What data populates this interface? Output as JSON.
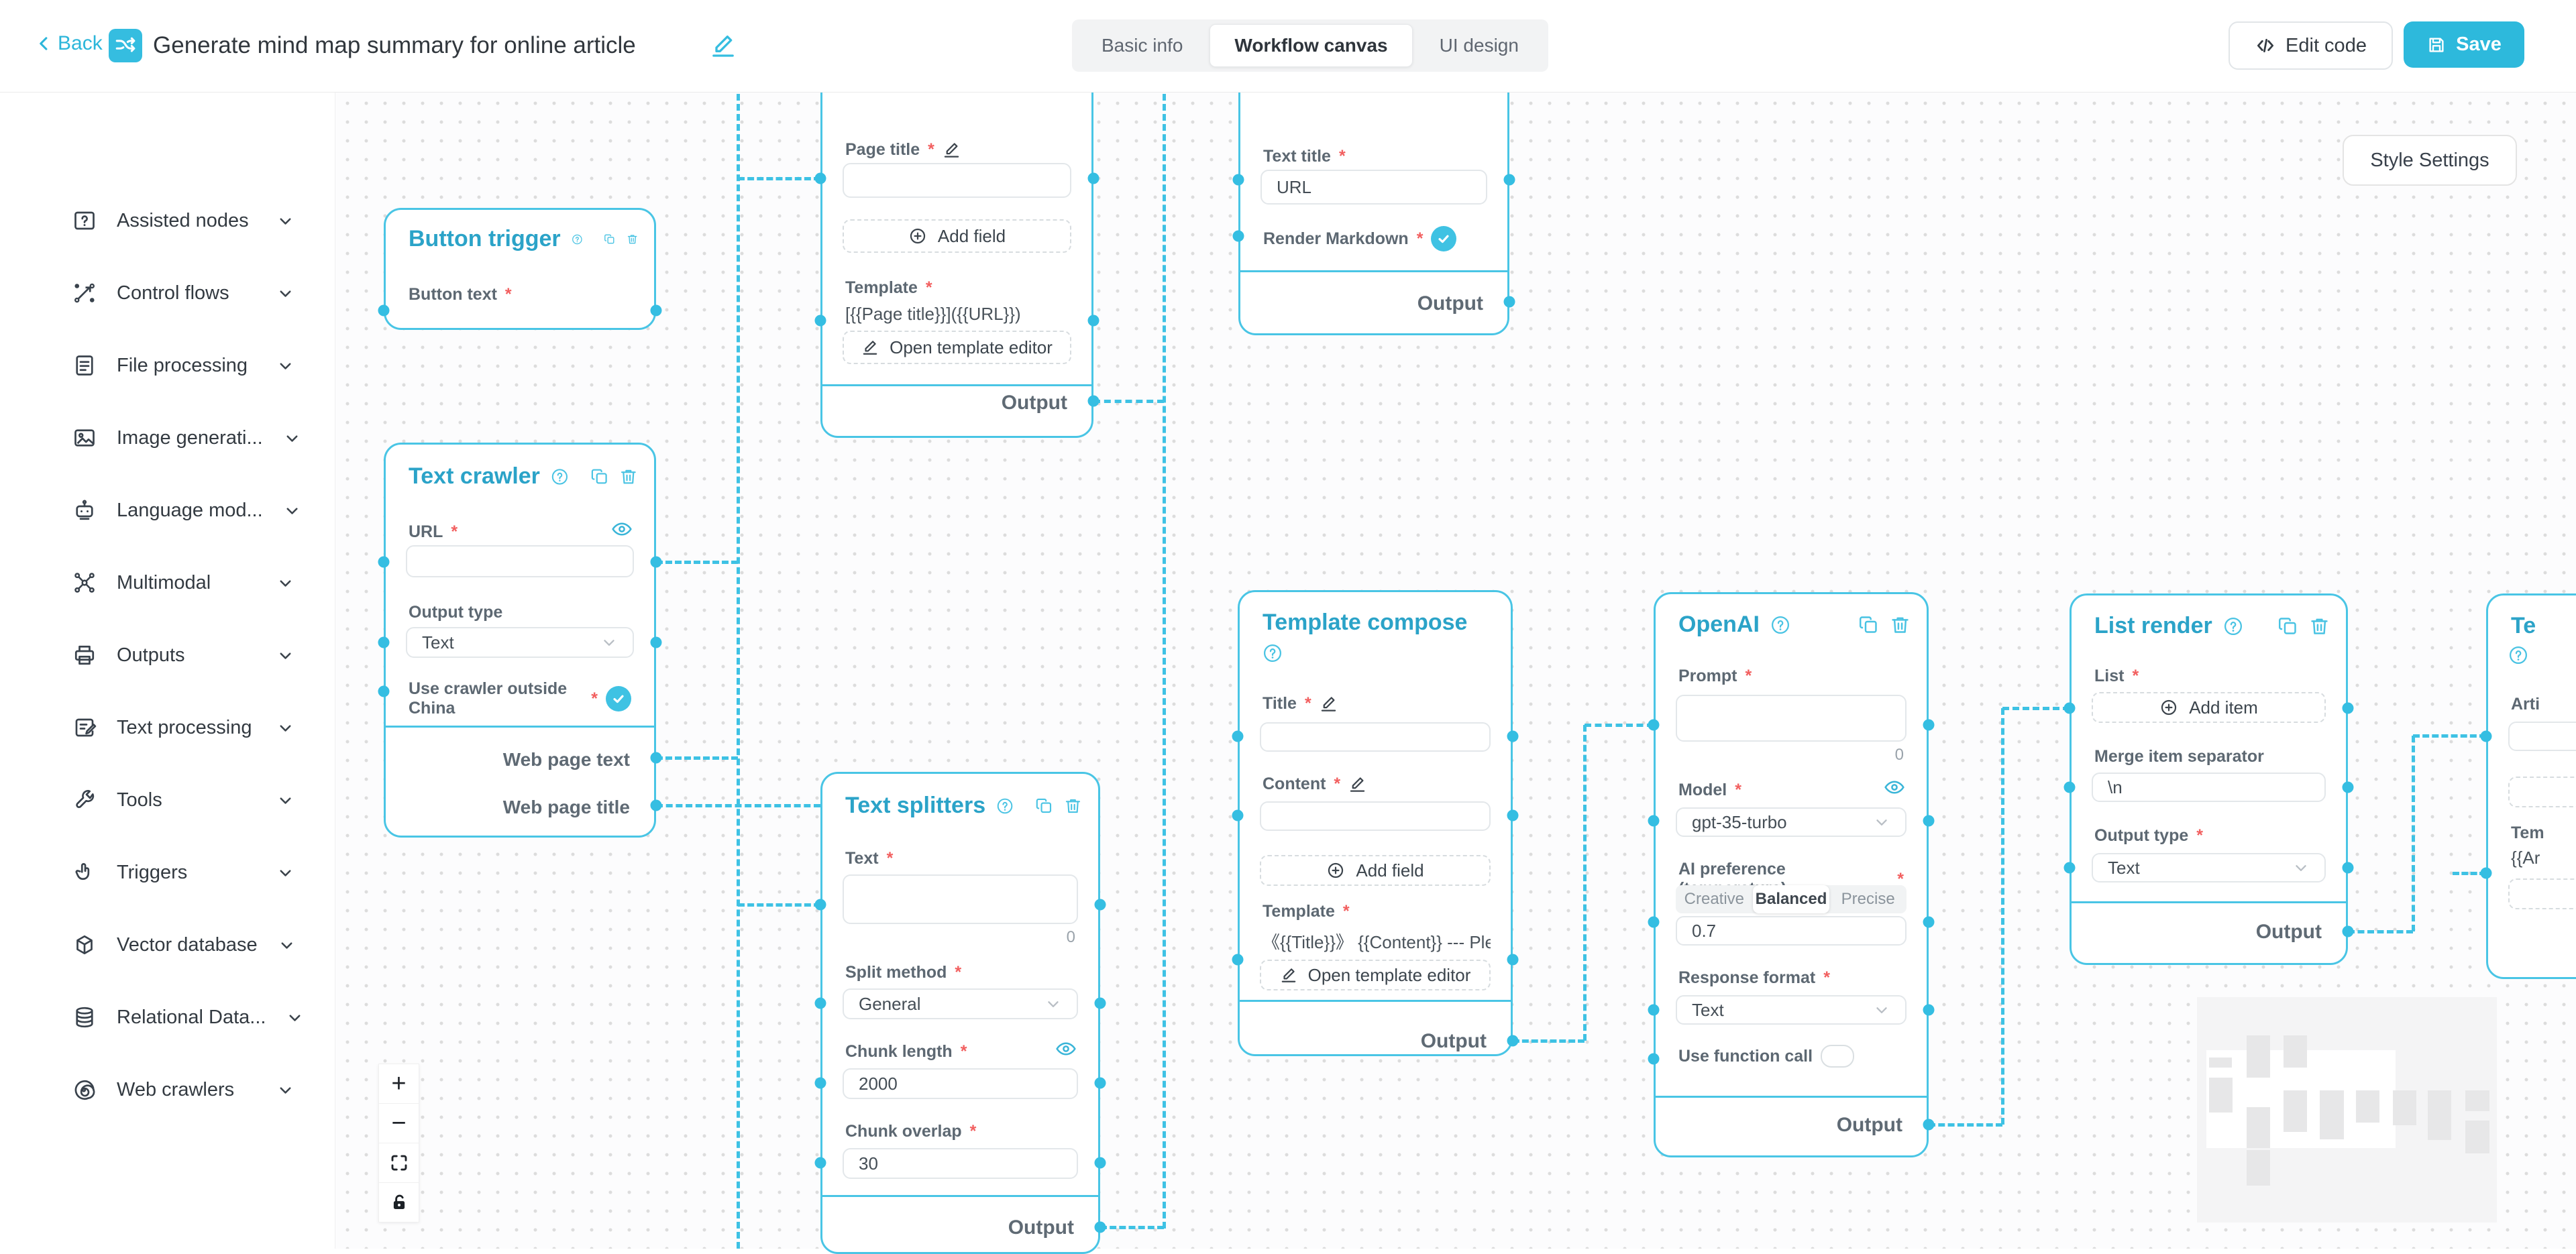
{
  "theme": {
    "accent": "#2db9dc",
    "node_border": "#49c5e5",
    "edge_color": "#3ec2e4",
    "node_title_color": "#2ba3c8"
  },
  "header": {
    "back_label": "Back",
    "title": "Generate mind map summary for online article",
    "tabs": [
      {
        "label": "Basic info",
        "active": false
      },
      {
        "label": "Workflow canvas",
        "active": true
      },
      {
        "label": "UI design",
        "active": false
      }
    ],
    "edit_code_label": "Edit code",
    "save_label": "Save"
  },
  "sidebar": {
    "items": [
      {
        "label": "Assisted nodes",
        "icon": "assisted-nodes-icon"
      },
      {
        "label": "Control flows",
        "icon": "control-flows-icon"
      },
      {
        "label": "File processing",
        "icon": "file-processing-icon"
      },
      {
        "label": "Image generati...",
        "icon": "image-generation-icon"
      },
      {
        "label": "Language mod...",
        "icon": "language-models-icon"
      },
      {
        "label": "Multimodal",
        "icon": "multimodal-icon"
      },
      {
        "label": "Outputs",
        "icon": "outputs-icon"
      },
      {
        "label": "Text processing",
        "icon": "text-processing-icon"
      },
      {
        "label": "Tools",
        "icon": "tools-icon"
      },
      {
        "label": "Triggers",
        "icon": "triggers-icon"
      },
      {
        "label": "Vector database",
        "icon": "vector-database-icon"
      },
      {
        "label": "Relational Data...",
        "icon": "relational-database-icon"
      },
      {
        "label": "Web crawlers",
        "icon": "web-crawlers-icon"
      }
    ]
  },
  "canvas": {
    "style_settings_label": "Style Settings",
    "nodes": {
      "button_trigger": {
        "title": "Button trigger",
        "button_text_label": "Button text"
      },
      "text_crawler": {
        "title": "Text crawler",
        "url_label": "URL",
        "url_value": "",
        "output_type_label": "Output type",
        "output_type_value": "Text",
        "use_crawler_label": "Use crawler outside China",
        "web_page_text_label": "Web page text",
        "web_page_title_label": "Web page title"
      },
      "page_title_template": {
        "page_title_label": "Page title",
        "page_title_value": "",
        "add_field_label": "Add field",
        "template_label": "Template",
        "template_value": "[{{Page title}}]({{URL}})",
        "open_editor_label": "Open template editor",
        "output_label": "Output"
      },
      "text_display": {
        "text_title_label": "Text title",
        "text_title_value": "URL",
        "render_markdown_label": "Render Markdown",
        "output_label": "Output"
      },
      "text_splitters": {
        "title": "Text splitters",
        "text_label": "Text",
        "char_count": "0",
        "split_method_label": "Split method",
        "split_method_value": "General",
        "chunk_length_label": "Chunk length",
        "chunk_length_value": "2000",
        "chunk_overlap_label": "Chunk overlap",
        "chunk_overlap_value": "30",
        "output_label": "Output"
      },
      "template_compose": {
        "title": "Template compose",
        "title_label": "Title",
        "title_value": "",
        "content_label": "Content",
        "content_value": "",
        "add_field_label": "Add field",
        "template_label": "Template",
        "template_value": "《{{Title}}》 {{Content}} --- Please summari...",
        "open_editor_label": "Open template editor",
        "output_label": "Output"
      },
      "openai": {
        "title": "OpenAI",
        "prompt_label": "Prompt",
        "prompt_value": "",
        "char_count": "0",
        "model_label": "Model",
        "model_value": "gpt-35-turbo",
        "temperature_label": "AI preference (temperature)",
        "temperature_options": [
          {
            "label": "Creative",
            "active": false
          },
          {
            "label": "Balanced",
            "active": true
          },
          {
            "label": "Precise",
            "active": false
          }
        ],
        "temperature_value": "0.7",
        "response_format_label": "Response format",
        "response_format_value": "Text",
        "use_function_call_label": "Use function call",
        "output_label": "Output"
      },
      "list_render": {
        "title": "List render",
        "list_label": "List",
        "add_item_label": "Add item",
        "merge_separator_label": "Merge item separator",
        "merge_separator_value": "\\n",
        "output_type_label": "Output type",
        "output_type_value": "Text",
        "output_label": "Output"
      },
      "template_compose_partial": {
        "title": "Te",
        "article_label": "Arti",
        "template_label": "Tem",
        "template_value": "{{Ar"
      }
    }
  }
}
